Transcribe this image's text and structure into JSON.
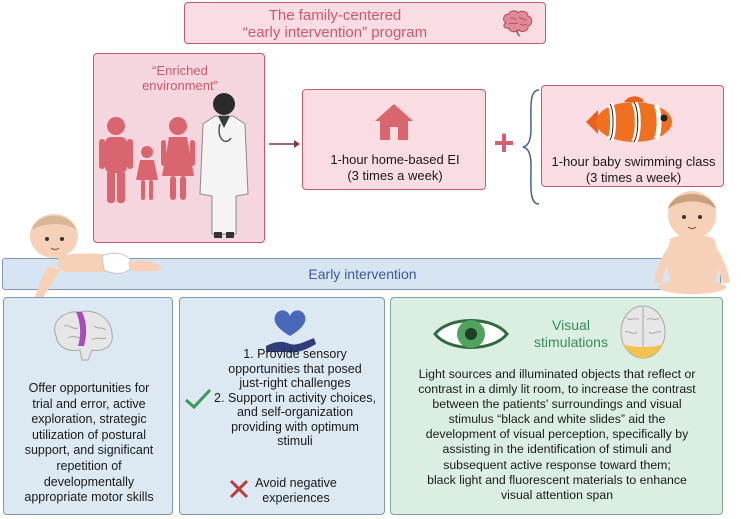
{
  "program_title": {
    "line1": "The family-centered",
    "line2": "“early intervention” program"
  },
  "environment": {
    "line1": "“Enriched",
    "line2": "environment”"
  },
  "home_ei": {
    "line1": "1-hour home-based EI",
    "line2": "(3 times a week)"
  },
  "swimming": {
    "line1": "1-hour baby swimming class",
    "line2": "(3 times a week)"
  },
  "plus": "+",
  "early_intervention_label": "Early intervention",
  "motor": {
    "lines": [
      "Offer opportunities for",
      "trial and error, active",
      "exploration, strategic",
      "utilization of postural",
      "support, and significant",
      "repetition of",
      "developmentally",
      "appropriate motor skills"
    ]
  },
  "sensory": {
    "lines": [
      "1. Provide sensory",
      "opportunities that posed",
      "just-right challenges",
      "2. Support in activity choices,",
      "and self-organization",
      "providing with optimum",
      "stimuli"
    ],
    "avoid_lines": [
      "Avoid negative",
      "experiences"
    ]
  },
  "visual": {
    "title_line1": "Visual",
    "title_line2": "stimulations",
    "lines": [
      "Light sources and illuminated objects that reflect or",
      "contrast in a dimly lit room, to increase the contrast",
      "between the patients' surroundings and visual",
      "stimulus “black and white slides” aid the",
      "development of visual perception, specifically by",
      "assisting in the identification of stimuli and",
      "subsequent active response toward them;",
      "black light and fluorescent materials to enhance",
      "visual attention span"
    ]
  },
  "colors": {
    "pink_border": "#c25b6f",
    "pink_fill": "#f9dde3",
    "blue_fill": "#dce9f3",
    "green_fill": "#dbeee2",
    "accent_blue": "#3d5b9a",
    "accent_green": "#3a8a55"
  },
  "icons": [
    "brain-icon",
    "family-icon",
    "doctor-icon",
    "house-icon",
    "clownfish-icon",
    "baby-crawling-icon",
    "baby-sitting-icon",
    "brain-motor-icon",
    "heart-hand-icon",
    "checkmark-icon",
    "cross-icon",
    "eye-icon",
    "brain-occipital-icon"
  ]
}
